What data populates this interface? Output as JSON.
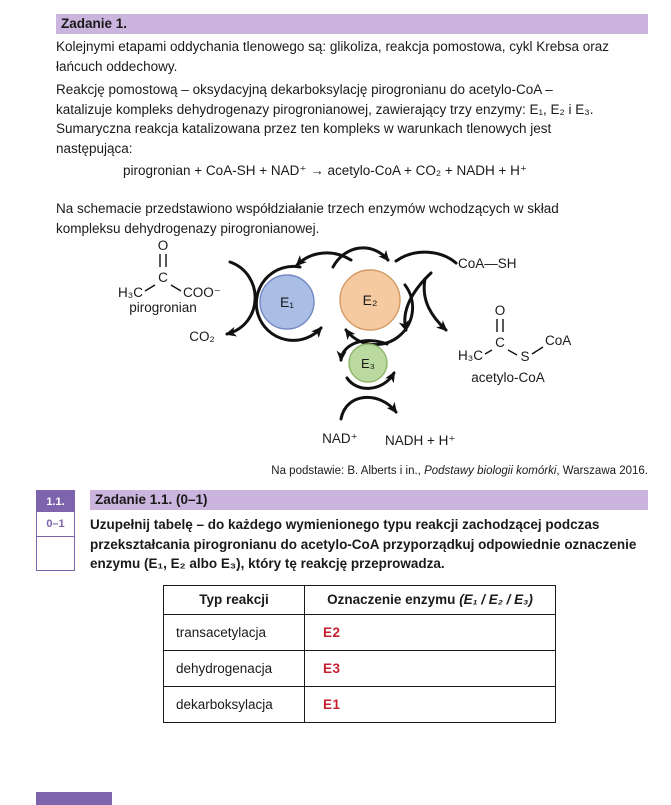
{
  "colors": {
    "lavender": "#cbb4de",
    "sidebar_purple": "#7d64ad",
    "answer_red": "#c42132",
    "e1_fill": "#aabde4",
    "e1_stroke": "#7289c4",
    "e2_fill": "#f6caa1",
    "e2_stroke": "#d39a63",
    "e3_fill": "#bada9f",
    "e3_stroke": "#8cb66a"
  },
  "task1": {
    "header": "Zadanie 1.",
    "para1": [
      "Kolejnymi etapami oddychania tlenowego są: glikoliza, reakcja pomostowa, cykl Krebsa oraz",
      "łańcuch oddechowy."
    ],
    "para2": [
      "Reakcję pomostową – oksydacyjną dekarboksylację pirogronianu do acetylo-CoA –",
      "katalizuje kompleks dehydrogenazy pirogronianowej, zawierający trzy enzymy: E₁, E₂ i E₃.",
      "Sumaryczna reakcja katalizowana przez ten kompleks w warunkach tlenowych jest",
      "następująca:"
    ],
    "equation": "pirogronian + CoA-SH + NAD⁺ → acetylo-CoA + CO₂ + NADH + H⁺",
    "para3": [
      "Na schemacie przedstawiono współdziałanie trzech enzymów wchodzących w skład",
      "kompleksu dehydrogenazy pirogronianowej."
    ],
    "citation": {
      "prefix": "Na podstawie: B. Alberts i in., ",
      "title": "Podstawy biologii komórki",
      "suffix": ", Warszawa 2016."
    }
  },
  "diagram": {
    "pyruvate": {
      "o": "O",
      "c": "C",
      "h3c": "H₃C",
      "coo": "COO⁻",
      "name": "pirogronian"
    },
    "co2": "CO₂",
    "coa_sh": "CoA—SH",
    "acetyl": {
      "o": "O",
      "c": "C",
      "h3c": "H₃C",
      "s": "S",
      "coa": "CoA",
      "name": "acetylo-CoA"
    },
    "nad": "NAD⁺",
    "nadh": "NADH + H⁺",
    "enzymes": [
      "E₁",
      "E₂",
      "E₃"
    ]
  },
  "task11": {
    "tab": "1.1.",
    "score": "0–1",
    "header": "Zadanie 1.1. (0–1)",
    "body": [
      "Uzupełnij tabelę – do każdego wymienionego typu reakcji zachodzącej podczas",
      "przekształcania pirogronianu do acetylo-CoA przyporządkuj odpowiednie oznaczenie",
      "enzymu (E₁, E₂ albo E₃), który tę reakcję przeprowadza."
    ],
    "table": {
      "col1_header": "Typ reakcji",
      "col2_header_prefix": "Oznaczenie enzymu ",
      "col2_header_italic": "(E₁ / E₂ / E₃)",
      "rows": [
        {
          "type": "transacetylacja",
          "answer": "E2"
        },
        {
          "type": "dehydrogenacja",
          "answer": "E3"
        },
        {
          "type": "dekarboksylacja",
          "answer": "E1"
        }
      ]
    }
  }
}
